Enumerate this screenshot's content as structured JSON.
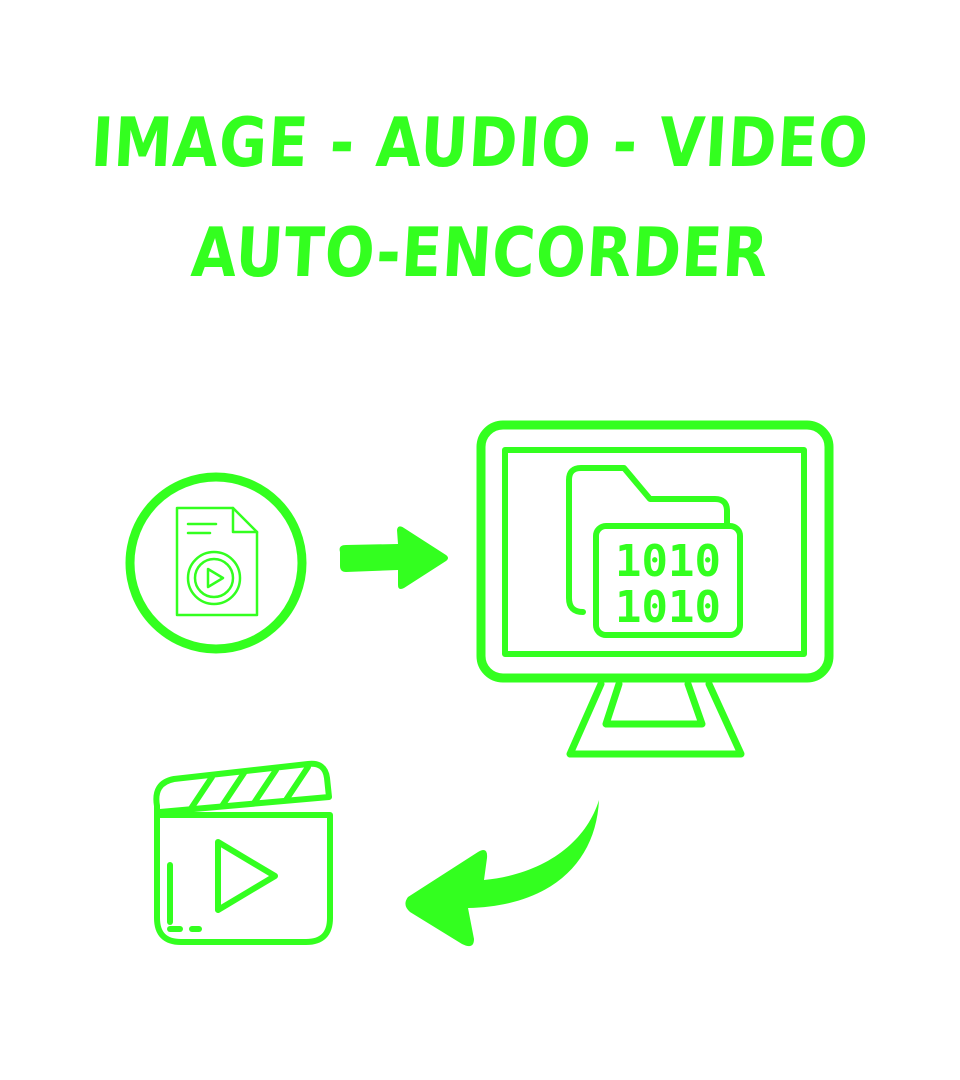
{
  "title": {
    "line1": "IMAGE - AUDIO - VIDEO",
    "line2": "AUTO-ENCORDER"
  },
  "colors": {
    "accent": "#33ff1f",
    "background": "#ffffff"
  },
  "icons": {
    "source": "media-file-icon",
    "arrow_1": "right-arrow-icon",
    "encoder": "computer-monitor-icon",
    "folder": "binary-folder-icon",
    "arrow_2": "curved-arrow-icon",
    "output": "video-clapperboard-icon"
  },
  "binary": {
    "row1": "1010",
    "row2": "1010"
  }
}
